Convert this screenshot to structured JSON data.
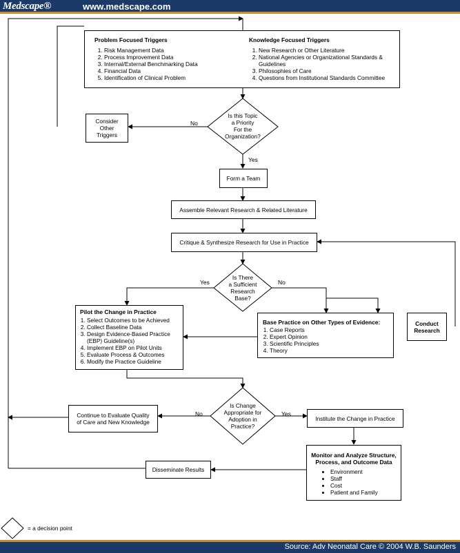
{
  "header": {
    "brand": "Medscape®",
    "site": "www.medscape.com"
  },
  "footer": {
    "source": "Source: Adv Neonatal Care © 2004 W.B. Saunders"
  },
  "triggers": {
    "problem": {
      "title": "Problem Focused Triggers",
      "items": [
        "Risk Management Data",
        "Process Improvement Data",
        "Internal/External Benchmarking Data",
        "Financial Data",
        "Identification of Clinical Problem"
      ]
    },
    "knowledge": {
      "title": "Knowledge Focused Triggers",
      "items": [
        "New Research or Other Literature",
        "National Agencies or Organizational Standards & Guidelines",
        "Philosophies of Care",
        "Questions from Institutional Standards Committee"
      ]
    }
  },
  "decisions": {
    "priority": [
      "Is this Topic",
      "a Priority",
      "For the",
      "Organization?"
    ],
    "research_base": [
      "Is There",
      "a Sufficient",
      "Research",
      "Base?"
    ],
    "adoption": [
      "Is Change",
      "Appropriate for",
      "Adoption in",
      "Practice?"
    ]
  },
  "labels": {
    "no": "No",
    "yes": "Yes"
  },
  "boxes": {
    "consider": [
      "Consider",
      "Other",
      "Triggers"
    ],
    "form_team": "Form a Team",
    "assemble": "Assemble Relevant Research & Related Literature",
    "critique": "Critique & Synthesize Research for Use in Practice",
    "pilot": {
      "title": "Pilot the Change in Practice",
      "items": [
        "Select Outcomes to be Achieved",
        "Collect Baseline Data",
        "Design Evidence-Based Practice (EBP) Guideline(s)",
        "Implement EBP on Pilot Units",
        "Evaluate Process & Outcomes",
        "Modify the Practice Guideline"
      ]
    },
    "base_practice": {
      "title": "Base Practice on Other Types of Evidence:",
      "items": [
        "Case Reports",
        "Expert Opinion",
        "Scientific Principles",
        "Theory"
      ]
    },
    "conduct": [
      "Conduct",
      "Research"
    ],
    "continue": [
      "Continue to Evaluate Quality",
      "of Care and New Knowledge"
    ],
    "institute": "Institute the Change in Practice",
    "monitor": {
      "title": [
        "Monitor and Analyze Structure,",
        "Process, and Outcome Data"
      ],
      "items": [
        "Environment",
        "Staff",
        "Cost",
        "Patient and Family"
      ]
    },
    "disseminate": "Disseminate Results"
  },
  "legend": {
    "text": "= a decision point"
  }
}
